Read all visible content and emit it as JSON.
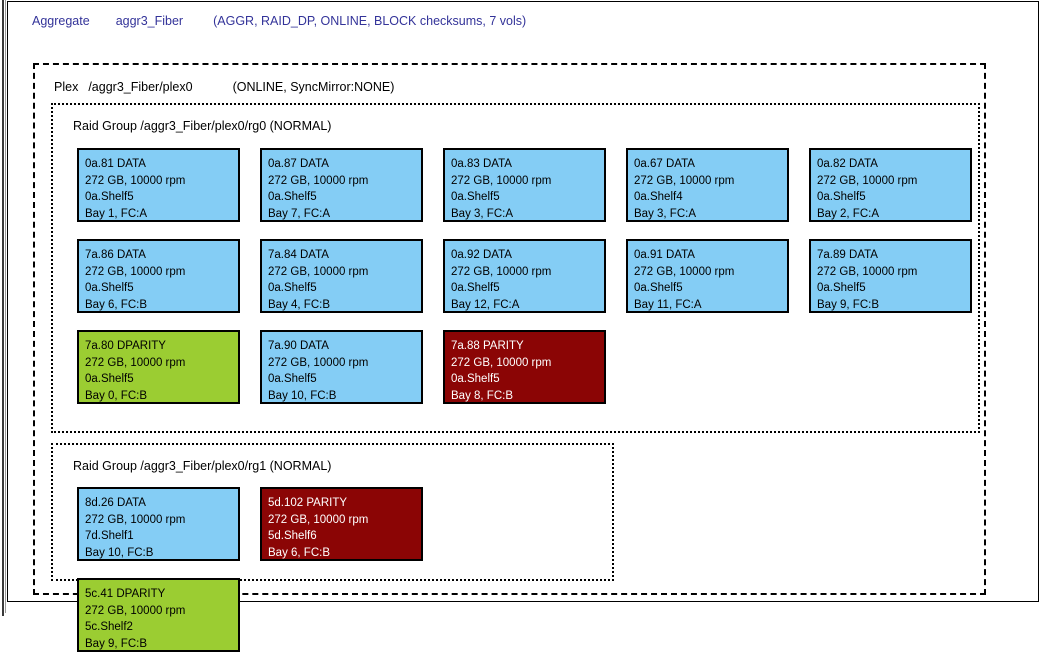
{
  "colors": {
    "data_fill": "#84cdf5",
    "dparity_fill": "#9bcd32",
    "parity_fill": "#8b0505",
    "header_text": "#333399",
    "border": "#000000"
  },
  "header": {
    "keyword": "Aggregate",
    "name": "aggr3_Fiber",
    "attributes": "(AGGR, RAID_DP, ONLINE, BLOCK checksums, 7 vols)"
  },
  "plex": {
    "keyword": "Plex",
    "path": "/aggr3_Fiber/plex0",
    "attributes": "(ONLINE, SyncMirror:NONE)"
  },
  "raid_groups": [
    {
      "label": "Raid Group /aggr3_Fiber/plex0/rg0 (NORMAL)",
      "disks": [
        {
          "id": "0a.81",
          "role": "DATA",
          "type": "data",
          "spec": "272 GB, 10000 rpm",
          "shelf": "0a.Shelf5",
          "bay": "Bay 1, FC:A"
        },
        {
          "id": "0a.87",
          "role": "DATA",
          "type": "data",
          "spec": "272 GB, 10000 rpm",
          "shelf": "0a.Shelf5",
          "bay": "Bay 7, FC:A"
        },
        {
          "id": "0a.83",
          "role": "DATA",
          "type": "data",
          "spec": "272 GB, 10000 rpm",
          "shelf": "0a.Shelf5",
          "bay": "Bay 3, FC:A"
        },
        {
          "id": "0a.67",
          "role": "DATA",
          "type": "data",
          "spec": "272 GB, 10000 rpm",
          "shelf": "0a.Shelf4",
          "bay": "Bay 3, FC:A"
        },
        {
          "id": "0a.82",
          "role": "DATA",
          "type": "data",
          "spec": "272 GB, 10000 rpm",
          "shelf": "0a.Shelf5",
          "bay": "Bay 2, FC:A"
        },
        {
          "id": "7a.86",
          "role": "DATA",
          "type": "data",
          "spec": "272 GB, 10000 rpm",
          "shelf": "0a.Shelf5",
          "bay": "Bay 6, FC:B"
        },
        {
          "id": "7a.84",
          "role": "DATA",
          "type": "data",
          "spec": "272 GB, 10000 rpm",
          "shelf": "0a.Shelf5",
          "bay": "Bay 4, FC:B"
        },
        {
          "id": "0a.92",
          "role": "DATA",
          "type": "data",
          "spec": "272 GB, 10000 rpm",
          "shelf": "0a.Shelf5",
          "bay": "Bay 12, FC:A"
        },
        {
          "id": "0a.91",
          "role": "DATA",
          "type": "data",
          "spec": "272 GB, 10000 rpm",
          "shelf": "0a.Shelf5",
          "bay": "Bay 11, FC:A"
        },
        {
          "id": "7a.89",
          "role": "DATA",
          "type": "data",
          "spec": "272 GB, 10000 rpm",
          "shelf": "0a.Shelf5",
          "bay": "Bay 9, FC:B"
        },
        {
          "id": "7a.80",
          "role": "DPARITY",
          "type": "dparity",
          "spec": "272 GB, 10000 rpm",
          "shelf": "0a.Shelf5",
          "bay": "Bay 0, FC:B"
        },
        {
          "id": "7a.90",
          "role": "DATA",
          "type": "data",
          "spec": "272 GB, 10000 rpm",
          "shelf": "0a.Shelf5",
          "bay": "Bay 10, FC:B"
        },
        {
          "id": "7a.88",
          "role": "PARITY",
          "type": "parity",
          "spec": "272 GB, 10000 rpm",
          "shelf": "0a.Shelf5",
          "bay": "Bay 8, FC:B"
        }
      ]
    },
    {
      "label": "Raid Group /aggr3_Fiber/plex0/rg1 (NORMAL)",
      "disks": [
        {
          "id": "8d.26",
          "role": "DATA",
          "type": "data",
          "spec": "272 GB, 10000 rpm",
          "shelf": "7d.Shelf1",
          "bay": "Bay 10, FC:B"
        },
        {
          "id": "5d.102",
          "role": "PARITY",
          "type": "parity",
          "spec": "272 GB, 10000 rpm",
          "shelf": "5d.Shelf6",
          "bay": "Bay 6, FC:B"
        },
        {
          "id": "5c.41",
          "role": "DPARITY",
          "type": "dparity",
          "spec": "272 GB, 10000 rpm",
          "shelf": "5c.Shelf2",
          "bay": "Bay 9, FC:B"
        }
      ]
    }
  ]
}
